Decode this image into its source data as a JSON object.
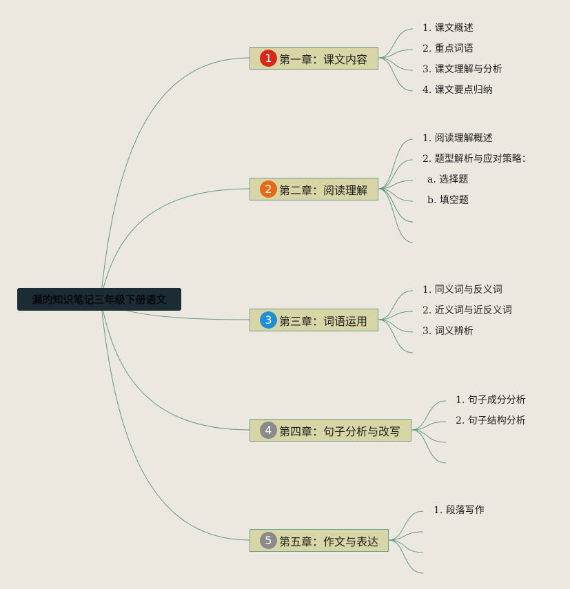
{
  "root": {
    "title": "漏的知识笔记三年级下册语文"
  },
  "chapters": [
    {
      "num": "1",
      "color": "#d8281a",
      "title": "第一章：课文内容",
      "items": [
        "1. 课文概述",
        "2. 重点词语",
        "3. 课文理解与分析",
        "4. 课文要点归纳"
      ],
      "empty_branches": 0
    },
    {
      "num": "2",
      "color": "#e46a18",
      "title": "第二章：阅读理解",
      "items": [
        "1. 阅读理解概述",
        "2. 题型解析与应对策略：",
        "a. 选择题",
        "b. 填空题"
      ],
      "empty_branches": 2
    },
    {
      "num": "3",
      "color": "#1e8fd6",
      "title": "第三章：词语运用",
      "items": [
        "1. 同义词与反义词",
        "2. 近义词与近反义词",
        "3. 词义辨析"
      ],
      "empty_branches": 1
    },
    {
      "num": "4",
      "color": "#8a8a8a",
      "title": "第四章：句子分析与改写",
      "items": [
        "1. 句子成分分析",
        "2. 句子结构分析"
      ],
      "empty_branches": 2
    },
    {
      "num": "5",
      "color": "#8a8a8a",
      "title": "第五章：作文与表达",
      "items": [
        "1. 段落写作"
      ],
      "empty_branches": 3
    }
  ]
}
